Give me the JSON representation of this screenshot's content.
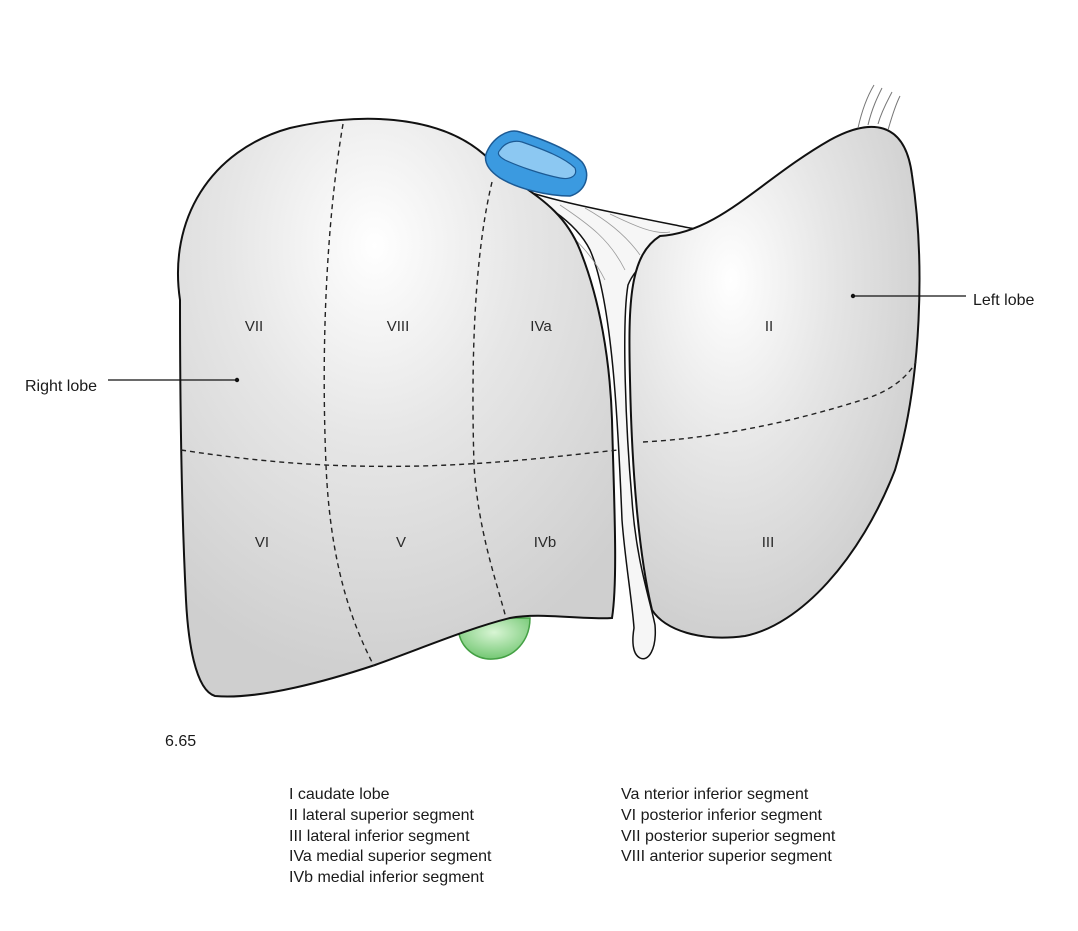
{
  "segments": {
    "vii": "VII",
    "viii": "VIII",
    "iva": "IVa",
    "ii": "II",
    "vi": "VI",
    "v": "V",
    "ivb": "IVb",
    "iii": "III"
  },
  "callouts": {
    "right_lobe": "Right lobe",
    "left_lobe": "Left lobe"
  },
  "figure_number": "6.65",
  "legend": {
    "left": [
      "I caudate lobe",
      "II lateral superior segment",
      "III lateral inferior segment",
      "IVa medial superior segment",
      "IVb medial inferior segment"
    ],
    "right": [
      "Va nterior inferior segment",
      "VI posterior inferior segment",
      "VII posterior superior segment",
      "VIII anterior superior segment"
    ]
  },
  "colors": {
    "liver_fill": "#e3e3e3",
    "outline": "#111111",
    "vena_cava": "#3b9ae0",
    "gallbladder": "#7cd07c"
  }
}
